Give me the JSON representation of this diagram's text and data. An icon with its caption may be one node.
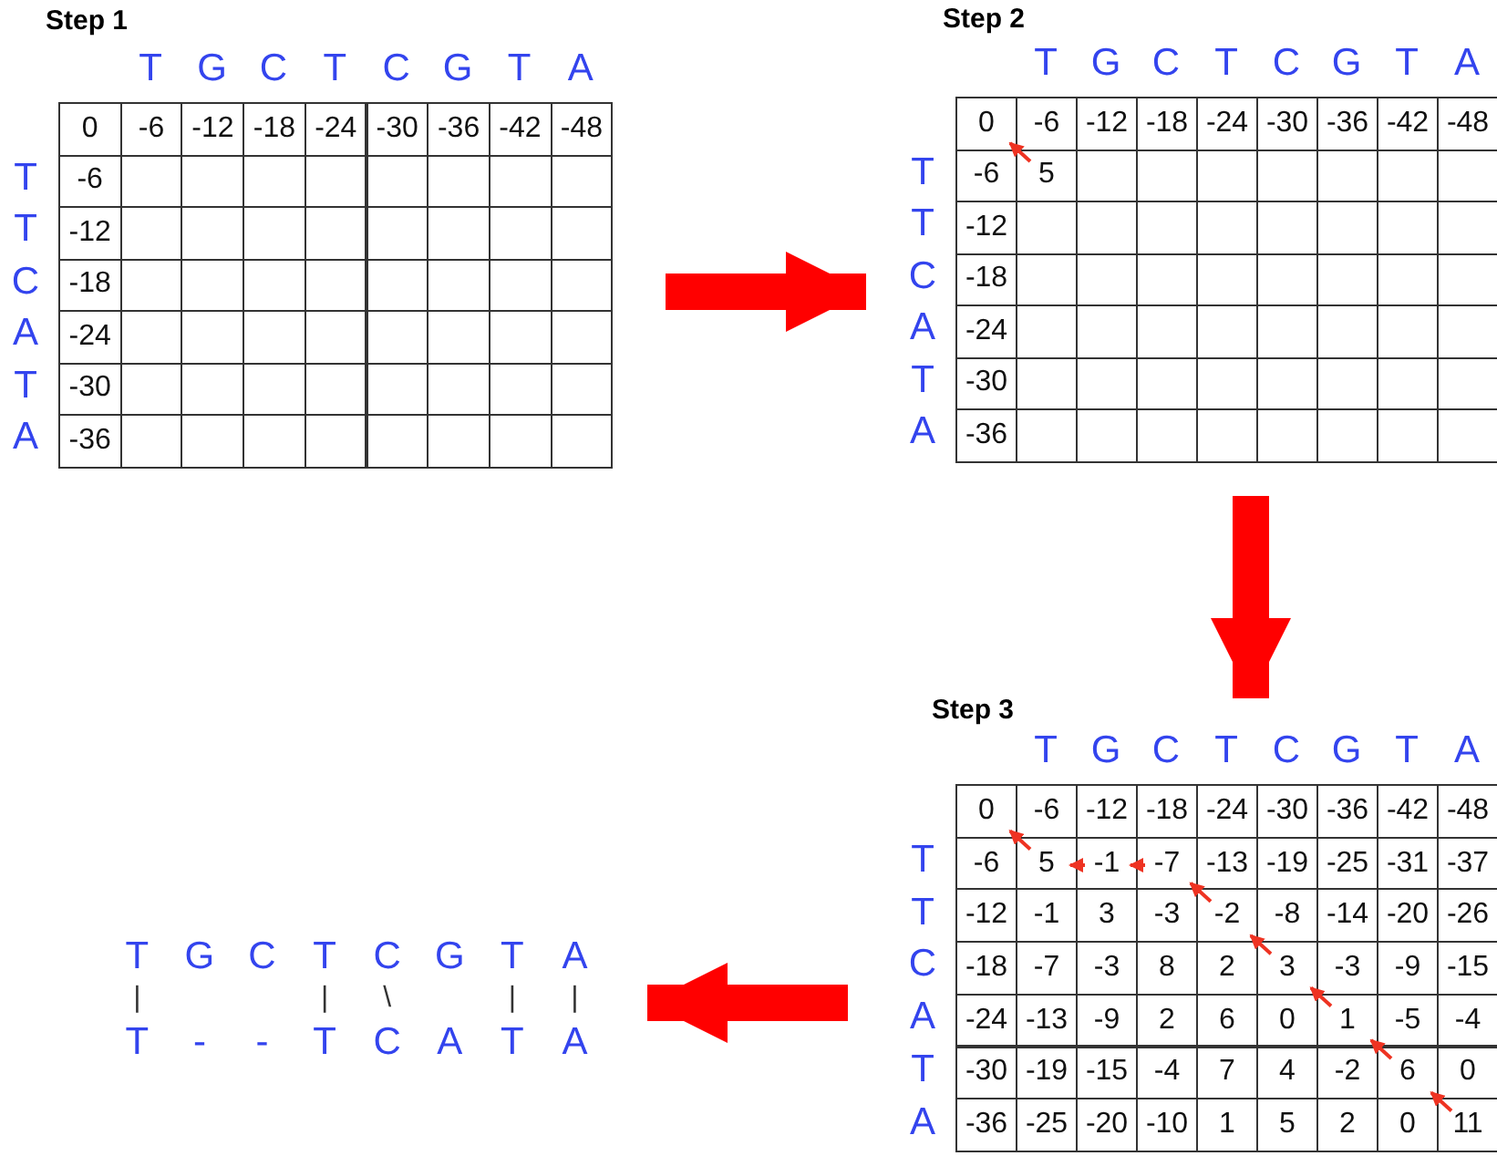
{
  "diagram": {
    "nodes": [
      {
        "text": [
          "Step 1"
        ]
      },
      {
        "text": [
          "Step 2"
        ]
      },
      {
        "text": [
          "Step 3"
        ]
      },
      {
        "text": [
          "T G C T C G T A",
          "T - - T C A T A"
        ]
      }
    ],
    "edges": [
      {
        "from": 0,
        "to": 1,
        "arrow": "to"
      },
      {
        "from": 1,
        "to": 2,
        "arrow": "to"
      },
      {
        "from": 2,
        "to": 3,
        "arrow": "to"
      }
    ],
    "labels": [
      "T",
      "G",
      "C",
      "T",
      "C",
      "G",
      "T",
      "A",
      "0",
      "-6",
      "-12",
      "-18",
      "-24",
      "-30",
      "-36",
      "-42",
      "-48",
      "T",
      "-6",
      "T",
      "-12",
      "C",
      "-18",
      "A",
      "-24",
      "T",
      "-30",
      "A",
      "-36",
      "T",
      "G",
      "C",
      "T",
      "C",
      "G",
      "T",
      "A",
      "0",
      "-6",
      "-12",
      "-18",
      "-24",
      "-30",
      "-36",
      "-42",
      "-48",
      "T",
      "-6",
      "5",
      "T",
      "-12",
      "C",
      "-18",
      "A",
      "-24",
      "T",
      "-30",
      "A",
      "-36",
      "T",
      "G",
      "C",
      "T",
      "C",
      "G",
      "T",
      "A",
      "0",
      "-6",
      "-12",
      "-18",
      "-24",
      "-30",
      "-36",
      "-42",
      "-48",
      "T",
      "-6",
      "5",
      "-1",
      "-7",
      "-13",
      "-19",
      "-25",
      "-31",
      "-37",
      "T",
      "-12",
      "-1",
      "3",
      "-3",
      "-2",
      "-8",
      "-14",
      "-20",
      "-26",
      "C",
      "-18",
      "-7",
      "-3",
      "8",
      "2",
      "3",
      "-3",
      "-9",
      "-15",
      "A",
      "-24",
      "-13",
      "-9",
      "2",
      "6",
      "0",
      "1",
      "-5",
      "-4",
      "T",
      "-30",
      "-19",
      "-15",
      "-4",
      "7",
      "4",
      "-2",
      "6",
      "0",
      "A",
      "-36",
      "-25",
      "-20",
      "-10",
      "1",
      "5",
      "2",
      "0",
      "11",
      "|",
      "|",
      "\\",
      "|",
      "|"
    ]
  }
}
